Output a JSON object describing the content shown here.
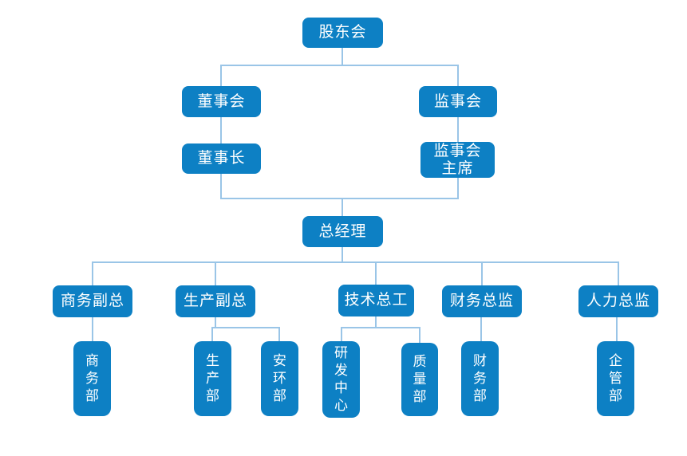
{
  "diagram": {
    "type": "org-chart",
    "background_color": "#ffffff",
    "node_fill_color": "#0d80c4",
    "connector_color": "#9ac5e7",
    "node_text_color": "#ffffff"
  },
  "nodes": {
    "shareholders": {
      "label": "股东会",
      "parent": null
    },
    "board": {
      "label": "董事会",
      "parent": "shareholders"
    },
    "supervisory_board": {
      "label": "监事会",
      "parent": "shareholders"
    },
    "chairman": {
      "label": "董事长",
      "parent": "board"
    },
    "supervisory_chairman": {
      "label": "监事会\n主席",
      "parent": "supervisory_board"
    },
    "general_manager": {
      "label": "总经理",
      "parent": "chairman, supervisory_chairman"
    },
    "vp_business": {
      "label": "商务副总",
      "parent": "general_manager"
    },
    "vp_production": {
      "label": "生产副总",
      "parent": "general_manager"
    },
    "chief_engineer": {
      "label": "技术总工",
      "parent": "general_manager"
    },
    "finance_director": {
      "label": "财务总监",
      "parent": "general_manager"
    },
    "hr_director": {
      "label": "人力总监",
      "parent": "general_manager"
    },
    "business_dept": {
      "label": "商务部",
      "parent": "vp_business"
    },
    "production_dept": {
      "label": "生产部",
      "parent": "vp_production"
    },
    "safety_env_dept": {
      "label": "安环部",
      "parent": "vp_production"
    },
    "rd_center": {
      "label": "研发中心",
      "parent": "chief_engineer"
    },
    "quality_dept": {
      "label": "质量部",
      "parent": "chief_engineer"
    },
    "finance_dept": {
      "label": "财务部",
      "parent": "finance_director"
    },
    "enterprise_mgmt_dept": {
      "label": "企管部",
      "parent": "hr_director"
    }
  }
}
